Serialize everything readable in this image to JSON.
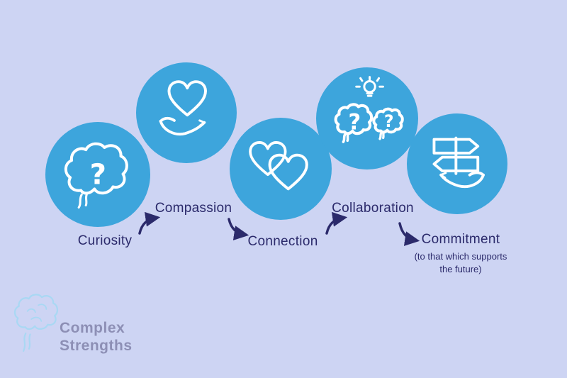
{
  "colors": {
    "background": "#cdd4f3",
    "circle": "#3da5dc",
    "icon_stroke": "#ffffff",
    "label_text": "#2b2a6b",
    "arrow": "#2b2a6b",
    "logo_text": "#8d8fb5",
    "logo_brain": "#a9d8f3"
  },
  "diagram": {
    "question_mark": "?",
    "steps": [
      {
        "label": "Curiosity",
        "icon": "brain-question-icon"
      },
      {
        "label": "Compassion",
        "icon": "heart-in-hand-icon"
      },
      {
        "label": "Connection",
        "icon": "two-hearts-icon"
      },
      {
        "label": "Collaboration",
        "icon": "two-brains-lightbulb-icon"
      },
      {
        "label": "Commitment",
        "icon": "signpost-in-hand-icon",
        "subtext": "(to that which supports the future)"
      }
    ]
  },
  "logo": {
    "line1": "Complex",
    "line2": "Strengths"
  }
}
